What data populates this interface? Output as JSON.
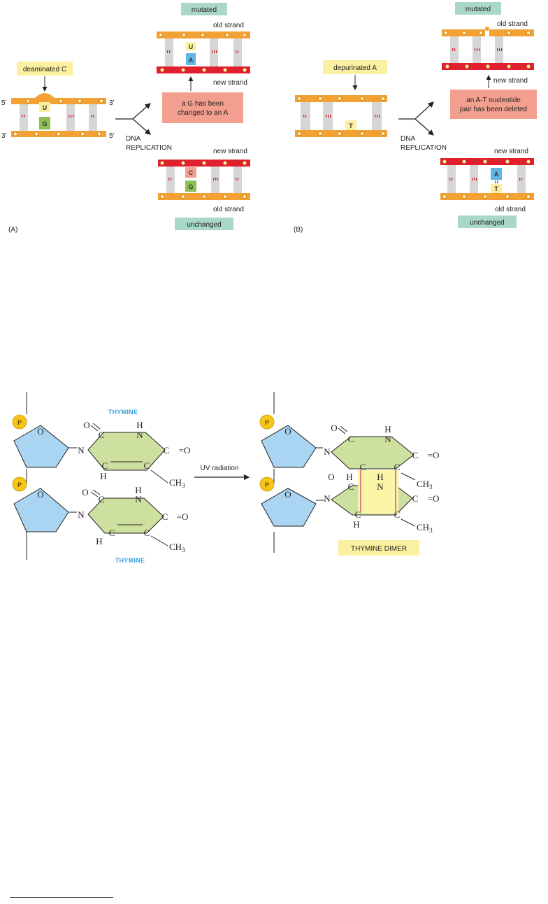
{
  "panel_a": {
    "deaminated_label": "deaminated C",
    "five_prime": "5'",
    "three_prime": "3'",
    "bases": {
      "u": "U",
      "g": "G",
      "a": "A",
      "c": "C"
    },
    "replication_label_1": "DNA",
    "replication_label_2": "REPLICATION",
    "mutated_label": "mutated",
    "unchanged_label": "unchanged",
    "old_strand_label": "old strand",
    "new_strand_label": "new strand",
    "note_line1": "a G has been",
    "note_line2": "changed to an A",
    "panel_letter": "(A)"
  },
  "panel_b": {
    "depurinated_label": "depurinated A",
    "bases": {
      "t": "T",
      "a": "A"
    },
    "replication_label_1": "DNA",
    "replication_label_2": "REPLICATION",
    "mutated_label": "mutated",
    "unchanged_label": "unchanged",
    "old_strand_label": "old strand",
    "new_strand_label": "new strand",
    "note_line1": "an A-T nucleotide",
    "note_line2": "pair has been deleted",
    "panel_letter": "(B)"
  },
  "thymine": {
    "top_label": "THYMINE",
    "bottom_label": "THYMINE",
    "arrow_label": "UV radiation",
    "dimer_label": "THYMINE DIMER",
    "phosphate": "P",
    "atoms": {
      "o": "O",
      "n": "N",
      "c": "C",
      "h": "H",
      "ch3": "CH",
      "sub3": "3",
      "double_o": "=O"
    }
  },
  "colors": {
    "old_strand": "#f3a133",
    "new_strand": "#e0202e",
    "rung": "#d6d6d6",
    "mutated_box": "#a9d8c9",
    "note_box": "#f29f8f",
    "label_box": "#fbf0a0",
    "base_u": "#fbf0a0",
    "base_g": "#8dbf55",
    "base_a": "#5fb7e5",
    "base_c": "#f29f8f",
    "sugar": "#a9d4f2",
    "ring": "#cde0a0",
    "dimer": "#fbf5a8",
    "phosphate": "#f5c518"
  }
}
